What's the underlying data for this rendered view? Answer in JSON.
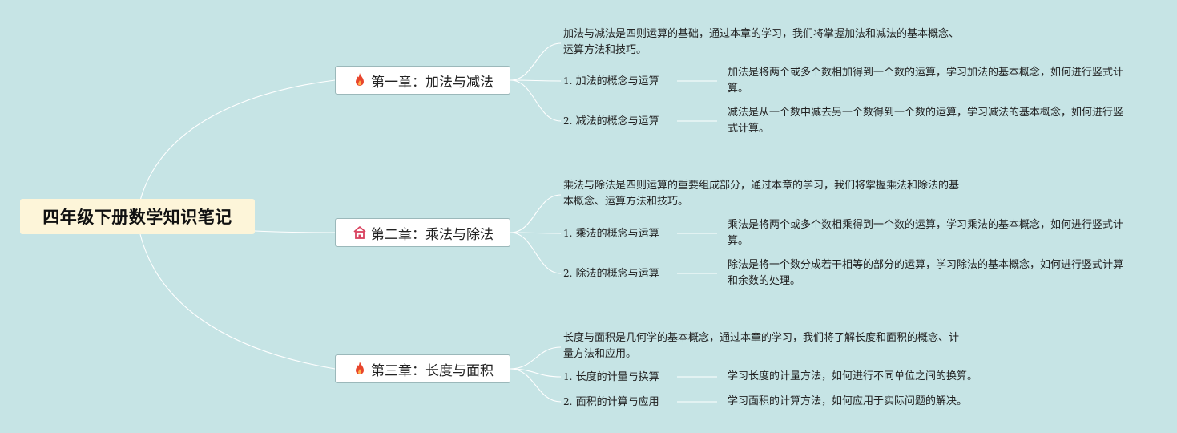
{
  "root": {
    "title": "四年级下册数学知识笔记"
  },
  "chapters": [
    {
      "title": "第一章：加法与减法",
      "icon": "fire-icon",
      "intro": "加法与减法是四则运算的基础，通过本章的学习，我们将掌握加法和减法的基本概念、运算方法和技巧。",
      "sections": [
        {
          "num": "1.",
          "label": "加法的概念与运算",
          "detail": "加法是将两个或多个数相加得到一个数的运算，学习加法的基本概念，如何进行竖式计算。"
        },
        {
          "num": "2.",
          "label": "减法的概念与运算",
          "detail": "减法是从一个数中减去另一个数得到一个数的运算，学习减法的基本概念，如何进行竖式计算。"
        }
      ]
    },
    {
      "title": "第二章：乘法与除法",
      "icon": "house-icon",
      "intro": "乘法与除法是四则运算的重要组成部分，通过本章的学习，我们将掌握乘法和除法的基本概念、运算方法和技巧。",
      "sections": [
        {
          "num": "1.",
          "label": "乘法的概念与运算",
          "detail": "乘法是将两个或多个数相乘得到一个数的运算，学习乘法的基本概念，如何进行竖式计算。"
        },
        {
          "num": "2.",
          "label": "除法的概念与运算",
          "detail": "除法是将一个数分成若干相等的部分的运算，学习除法的基本概念，如何进行竖式计算和余数的处理。"
        }
      ]
    },
    {
      "title": "第三章：长度与面积",
      "icon": "fire-icon",
      "intro": "长度与面积是几何学的基本概念，通过本章的学习，我们将了解长度和面积的概念、计量方法和应用。",
      "sections": [
        {
          "num": "1.",
          "label": "长度的计量与换算",
          "detail": "学习长度的计量方法，如何进行不同单位之间的换算。"
        },
        {
          "num": "2.",
          "label": "面积的计算与应用",
          "detail": "学习面积的计算方法，如何应用于实际问题的解决。"
        }
      ]
    }
  ],
  "colors": {
    "background": "#c6e4e5",
    "root_fill": "#fdf5d9",
    "link": "#ffffff",
    "fire": "#e8452c",
    "house": "#d9425e"
  }
}
